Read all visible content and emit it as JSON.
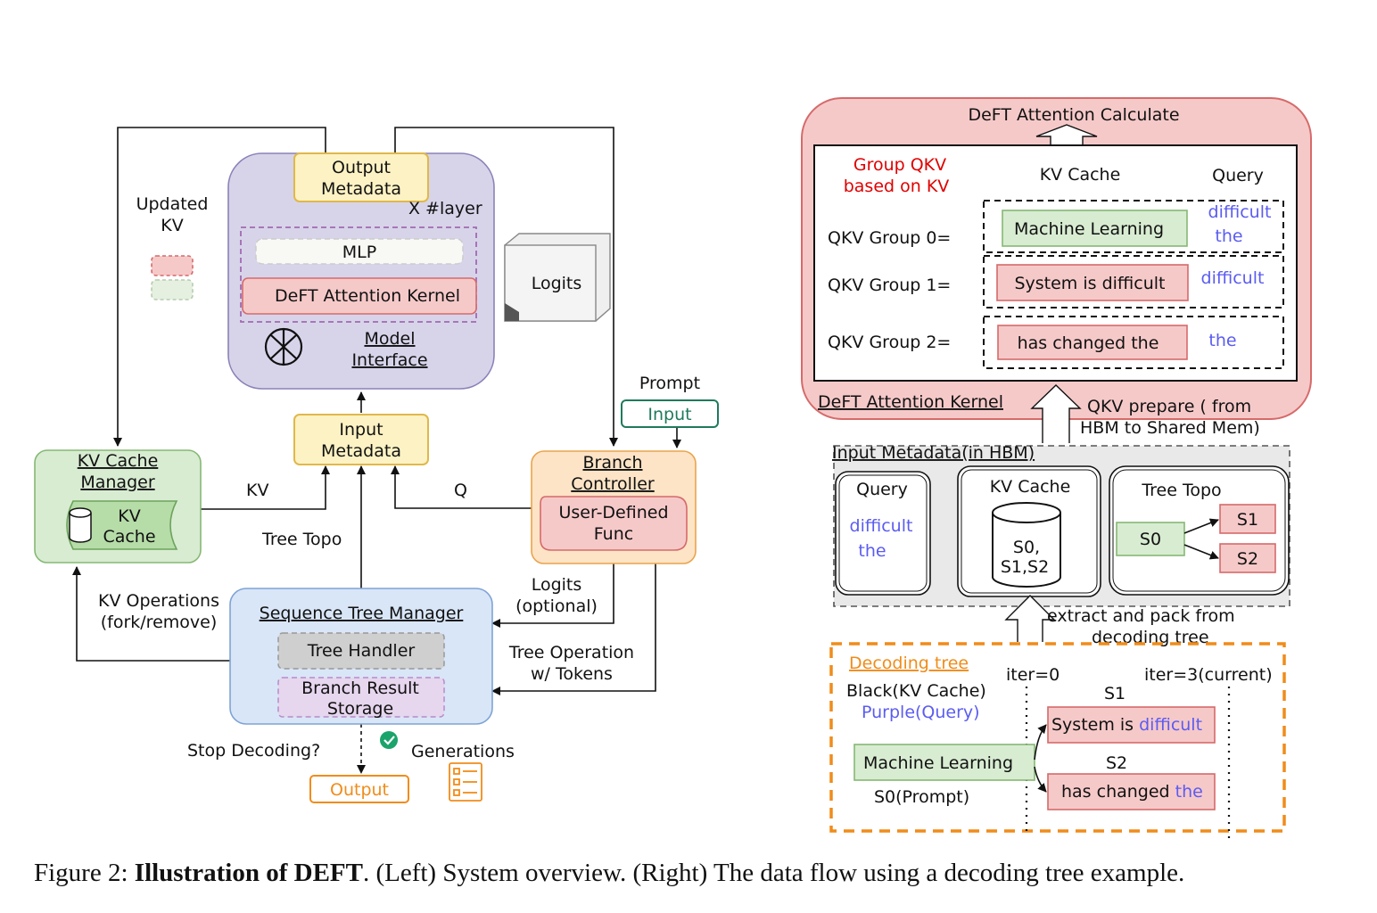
{
  "left": {
    "updated_kv": [
      "Updated",
      "KV"
    ],
    "output_metadata": [
      "Output",
      "Metadata"
    ],
    "x_layer": "X #layer",
    "mlp": "MLP",
    "deft_attention_kernel": "DeFT Attention Kernel",
    "model_interface": [
      "Model",
      "Interface"
    ],
    "logits": "Logits",
    "prompt": "Prompt",
    "input": "Input",
    "input_metadata": [
      "Input",
      "Metadata"
    ],
    "kv_cache_manager": [
      "KV Cache",
      "Manager"
    ],
    "kv_cache": [
      "KV",
      "Cache"
    ],
    "kv": "KV",
    "q": "Q",
    "branch_controller": [
      "Branch",
      "Controller"
    ],
    "user_defined_func": [
      "User-Defined",
      "Func"
    ],
    "tree_topo": "Tree Topo",
    "kv_operations": [
      "KV Operations",
      "(fork/remove)"
    ],
    "logits_optional": [
      "Logits",
      "(optional)"
    ],
    "sequence_tree_manager": "Sequence Tree Manager",
    "tree_handler": "Tree Handler",
    "branch_result_storage": [
      "Branch Result",
      "Storage"
    ],
    "tree_operation": [
      "Tree Operation",
      "w/ Tokens"
    ],
    "stop_decoding": "Stop Decoding?",
    "generations": "Generations",
    "output": "Output"
  },
  "right": {
    "deft_attention_calculate": "DeFT Attention Calculate",
    "group_qkv": [
      "Group QKV",
      "based on KV"
    ],
    "kv_cache_header": "KV Cache",
    "query_header": "Query",
    "groups": [
      {
        "label": "QKV Group 0=",
        "kv": "Machine Learning",
        "query": [
          "difficult",
          "the"
        ]
      },
      {
        "label": "QKV Group 1=",
        "kv": "System is difficult",
        "query": [
          "difficult"
        ]
      },
      {
        "label": "QKV Group 2=",
        "kv": "has changed the",
        "query": [
          "the"
        ]
      }
    ],
    "deft_attention_kernel": "DeFT Attention Kernel",
    "qkv_prepare": [
      "QKV prepare ( from",
      "HBM to Shared Mem)"
    ],
    "input_metadata_hbm": "Input Metadata(in HBM)",
    "query_box": {
      "title": "Query",
      "items": [
        "difficult",
        "the"
      ]
    },
    "kv_cache_box": {
      "title": "KV Cache",
      "items": [
        "S0,",
        "S1,S2"
      ]
    },
    "tree_topo_box": {
      "title": "Tree Topo",
      "root": "S0",
      "children": [
        "S1",
        "S2"
      ]
    },
    "extract_pack": [
      "extract and pack from",
      "decoding tree"
    ],
    "decoding_tree": {
      "title": "Decoding tree",
      "legend": [
        "Black(KV Cache)",
        "Purple(Query)"
      ],
      "iter0": "iter=0",
      "iter3": "iter=3(current)",
      "s1_label": "S1",
      "s2_label": "S2",
      "s1_text": [
        "System is ",
        "difficult"
      ],
      "s2_text": [
        "has changed ",
        "the"
      ],
      "root_text": "Machine Learning",
      "root_caption": "S0(Prompt)"
    }
  },
  "caption": {
    "prefix": "Figure 2: ",
    "bold": "Illustration of DEFT",
    "rest": ". (Left) System overview. (Right) The data flow using a decoding tree example."
  },
  "colors": {
    "yellow_fill": "#fdf2c4",
    "yellow_stroke": "#e0b84a",
    "purple_fill": "#d7d4ea",
    "purple_stroke": "#8a82b8",
    "red_fill": "#f6c9c9",
    "red_stroke": "#d66a6a",
    "green_fill": "#d8ecd2",
    "green_stroke": "#86b874",
    "orange_fill": "#fde4c6",
    "orange_stroke": "#e9a44c",
    "blue_fill": "#d9e6f7",
    "blue_stroke": "#7fa3d6",
    "query_purple": "#5b5cf0",
    "group_red": "#e00000",
    "orange": "#f08c1a",
    "teal": "#1f7a5c"
  }
}
